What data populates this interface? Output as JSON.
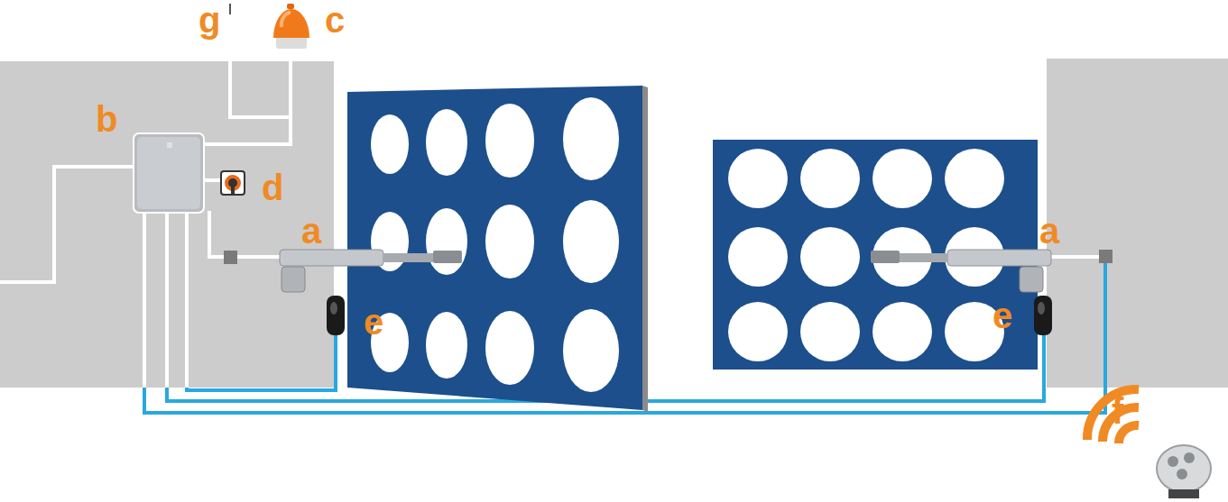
{
  "diagram": {
    "labels": [
      "g",
      "c",
      "b",
      "d",
      "a",
      "a",
      "e",
      "e",
      "f"
    ]
  }
}
